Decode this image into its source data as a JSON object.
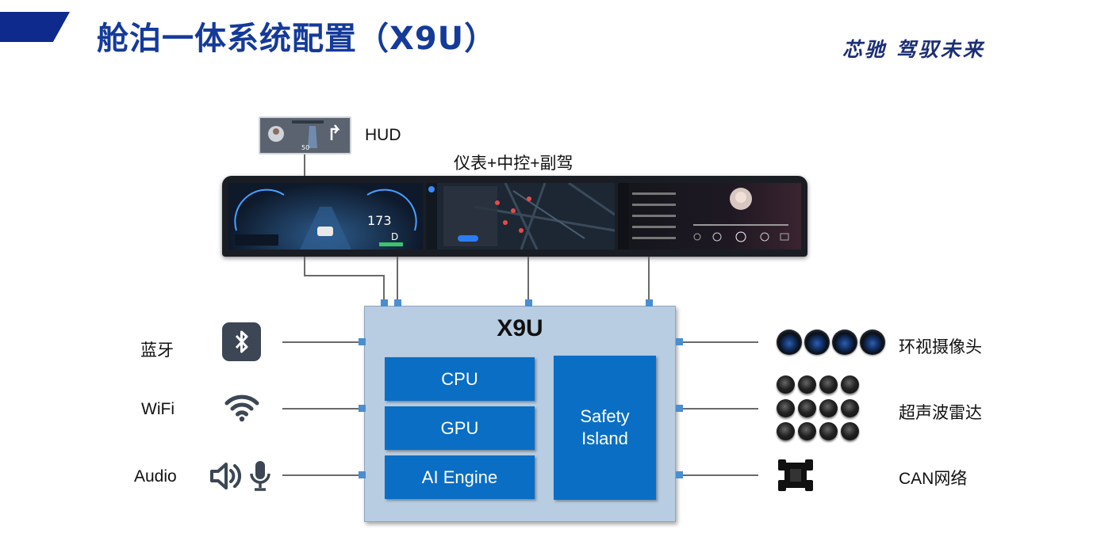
{
  "header": {
    "title": "舱泊一体系统配置（X9U）",
    "slogan": "芯驰    驾驭未来"
  },
  "displays": {
    "hud_label": "HUD",
    "main_label": "仪表+中控+副驾"
  },
  "chip": {
    "name": "X9U",
    "blocks": [
      "CPU",
      "GPU",
      "AI Engine"
    ],
    "safety": "Safety Island"
  },
  "inputs_left": [
    {
      "label": "蓝牙",
      "icon": "bluetooth-icon"
    },
    {
      "label": "WiFi",
      "icon": "wifi-icon"
    },
    {
      "label": "Audio",
      "icon": "speaker-icon"
    }
  ],
  "inputs_right": [
    {
      "label": "环视摄像头",
      "icon": "camera-icon"
    },
    {
      "label": "超声波雷达",
      "icon": "radar-sensor-icon"
    },
    {
      "label": "CAN网络",
      "icon": "vehicle-chassis-icon"
    }
  ],
  "colors": {
    "title_blue": "#143a9a",
    "chip_bg": "#b8cde2",
    "block_blue": "#0a6ec4",
    "port_blue": "#4a8ed0"
  }
}
